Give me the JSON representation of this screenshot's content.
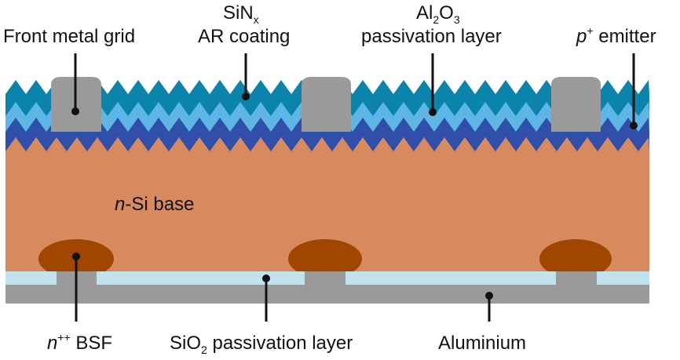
{
  "labels": {
    "front_metal_grid": "Front metal grid",
    "sinx_main": "SiN",
    "sinx_sub": "x",
    "ar_coating": "AR coating",
    "al2o3_a": "Al",
    "al2o3_sub1": "2",
    "al2o3_b": "O",
    "al2o3_sub2": "3",
    "passivation_layer_top": "passivation layer",
    "p_emitter_p": "p",
    "p_emitter_sup": "+",
    "p_emitter_text": " emitter",
    "base_n": "n",
    "base_text": "-Si base",
    "bsf_n": "n",
    "bsf_sup": "++",
    "bsf_text": " BSF",
    "sio2_a": "SiO",
    "sio2_sub": "2",
    "sio2_text": " passivation layer",
    "aluminium": "Aluminium"
  },
  "colors": {
    "sinx": "#0a84aa",
    "al2o3": "#5db6e4",
    "emitter": "#2f4faa",
    "base": "#d68a5e",
    "bsf": "#a04600",
    "sio2": "#c2e2ee",
    "metal": "#9a9a9a",
    "leader": "#111111"
  }
}
